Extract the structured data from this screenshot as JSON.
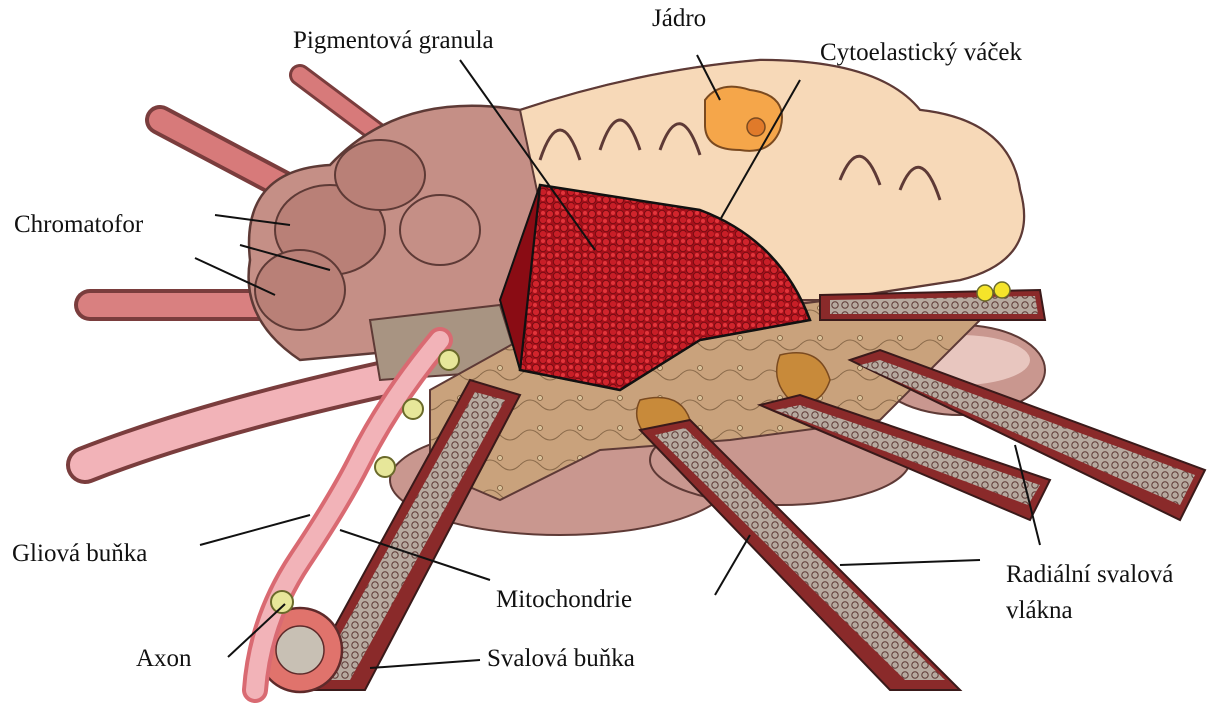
{
  "labels": {
    "pigment_granule": "Pigmentová granula",
    "nucleus": "Jádro",
    "cytoelastic_sac": "Cytoelastický váček",
    "chromatophore": "Chromatofor",
    "glial_cell": "Gliová buňka",
    "mitochondria": "Mitochondrie",
    "radial_muscle_line1": "Radiální svalová",
    "radial_muscle_line2": "vlákna",
    "axon": "Axon",
    "muscle_cell": "Svalová buňka"
  },
  "colors": {
    "pigment": "#b3121b",
    "pigment_dark": "#6d0a10",
    "cell_body": "#c58f86",
    "cell_body_dark": "#7a4a44",
    "cytoplasm_light": "#f7d9b8",
    "nucleus_fill": "#f5a64a",
    "muscle_sheath": "#8a2a2a",
    "muscle_inner": "#b8a59a",
    "glial": "#f2b3b8",
    "axon": "#e7e79a"
  }
}
